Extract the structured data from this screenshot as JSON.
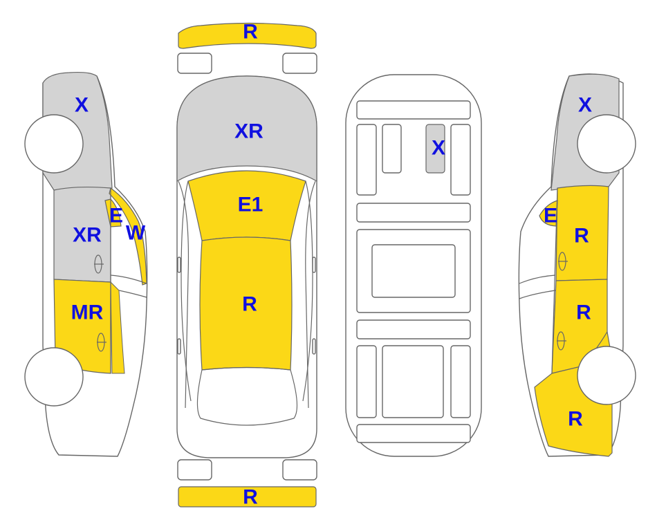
{
  "colors": {
    "yellow": "#fbd817",
    "gray": "#d3d3d3",
    "outline": "#666666",
    "label": "#1010e0"
  },
  "legend_codes": {
    "front_bumper": "R",
    "rear_bumper": "R",
    "hood": "XR",
    "windshield": "E1",
    "roof": "R",
    "floor_panel": "X",
    "left_front_fender": "X",
    "left_front_door": "XR",
    "left_window": "E",
    "left_a_pillar": "W",
    "left_rear_door": "MR",
    "right_front_fender": "X",
    "right_window": "E",
    "right_front_door": "R",
    "right_rear_door": "R",
    "right_rear_quarter": "R"
  }
}
